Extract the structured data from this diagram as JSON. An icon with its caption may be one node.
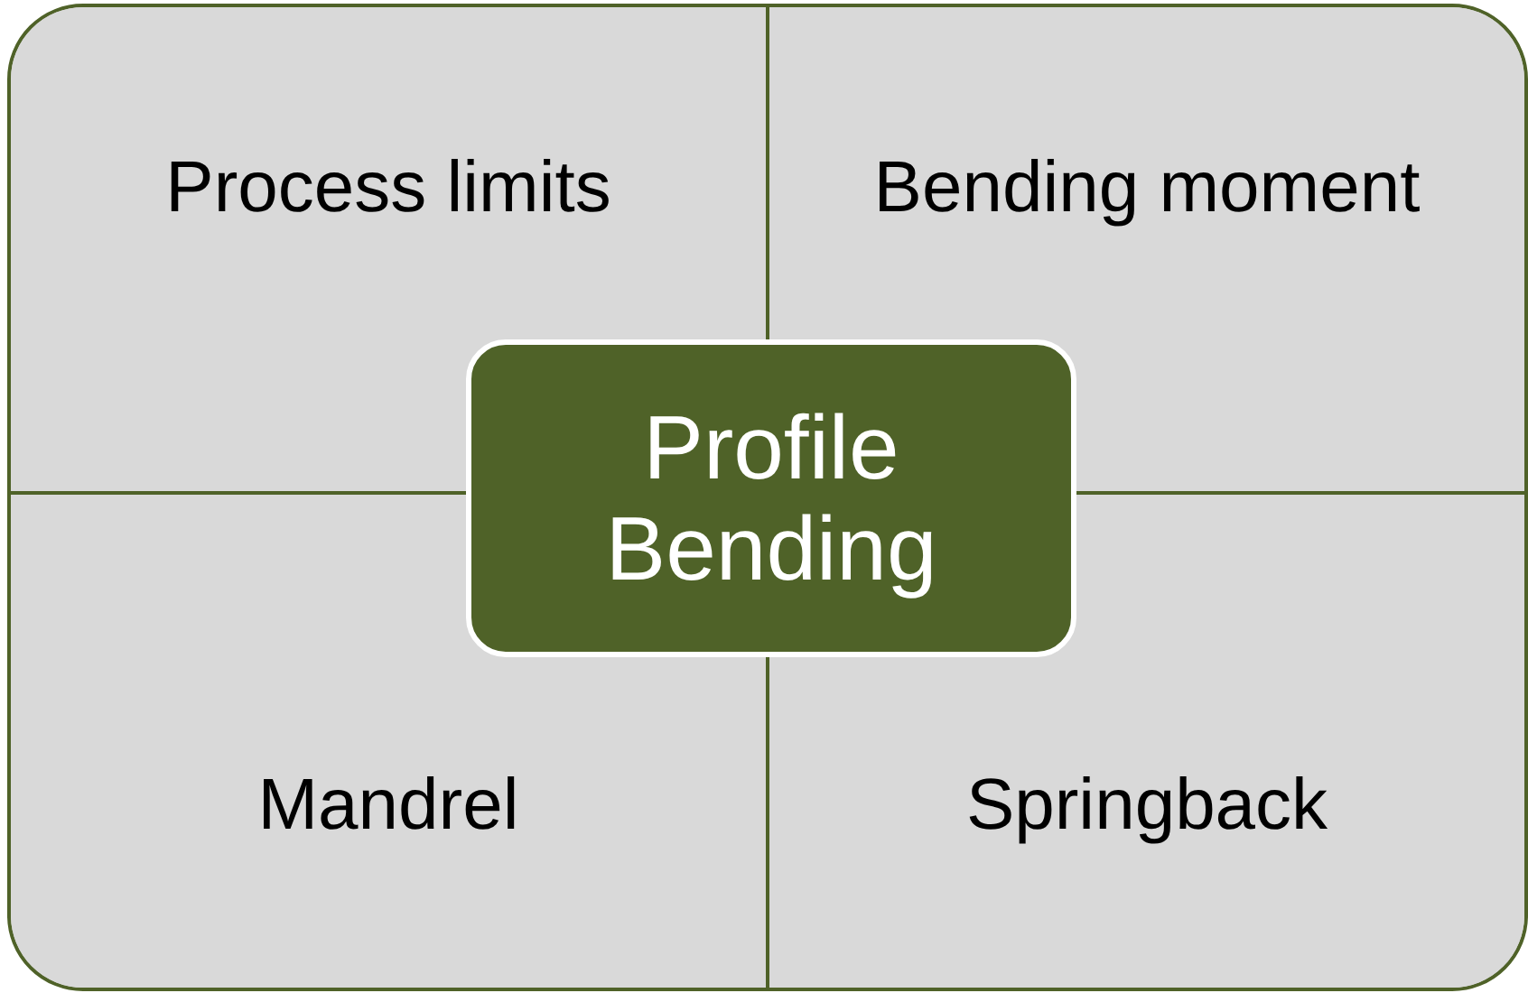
{
  "diagram": {
    "nodes": [
      {
        "text": [
          "Process limits"
        ]
      },
      {
        "text": [
          "Bending moment"
        ]
      },
      {
        "text": [
          "Profile Bending"
        ]
      },
      {
        "text": [
          "Mandrel"
        ]
      },
      {
        "text": [
          "Springback"
        ]
      }
    ]
  }
}
